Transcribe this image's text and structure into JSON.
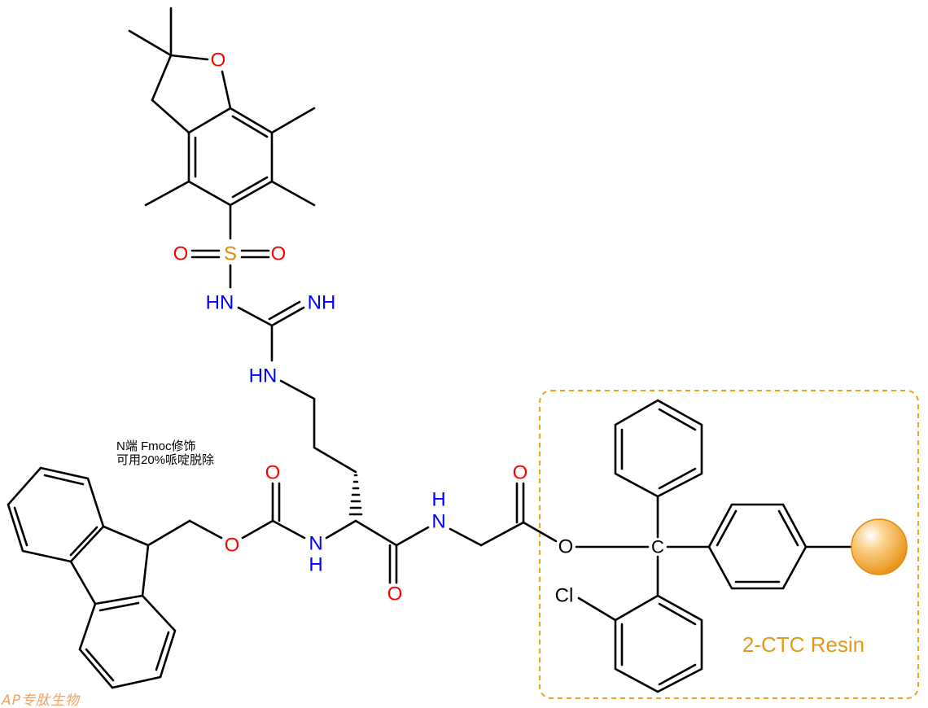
{
  "title": "Fmoc-Arg(Pbf)-Gly-2-CTC Resin",
  "annotation": {
    "line1": "N端 Fmoc修饰",
    "line2": "可用20%哌啶脱除"
  },
  "resin_label": "2-CTC Resin",
  "logo": "AP专肽生物",
  "atoms": {
    "O": "O",
    "S": "S",
    "HN": "HN",
    "NH": "NH",
    "N": "N",
    "H": "H",
    "C": "C",
    "Cl": "Cl"
  },
  "colors": {
    "oxygen": "#ff0000",
    "nitrogen": "#0000ff",
    "sulfur": "#e08a00",
    "resin": "#e39a1a",
    "bond": "#000000"
  }
}
